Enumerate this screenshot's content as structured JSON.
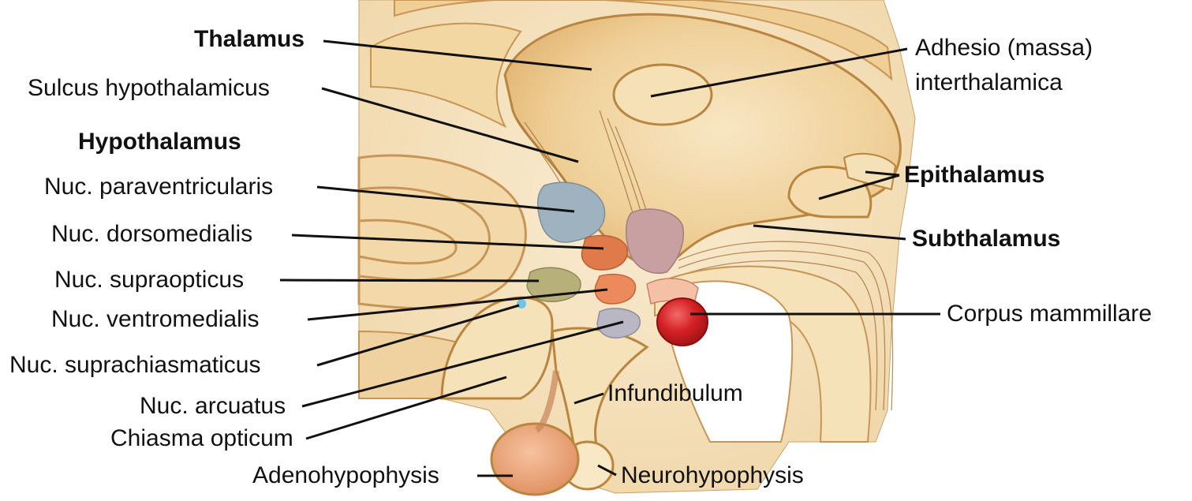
{
  "labels": {
    "thalamus": "Thalamus",
    "sulcus_hypothalamicus": "Sulcus hypothalamicus",
    "hypothalamus": "Hypothalamus",
    "nuc_paraventricularis": "Nuc. paraventricularis",
    "nuc_dorsomedialis": "Nuc. dorsomedialis",
    "nuc_supraopticus": "Nuc. supraopticus",
    "nuc_ventromedialis": "Nuc. ventromedialis",
    "nuc_suprachiasmaticus": "Nuc. suprachiasmaticus",
    "nuc_arcuatus": "Nuc. arcuatus",
    "chiasma_opticum": "Chiasma opticum",
    "adenohypophysis": "Adenohypophysis",
    "adhesio_line1": "Adhesio (massa)",
    "adhesio_line2": "interthalamica",
    "epithalamus": "Epithalamus",
    "subthalamus": "Subthalamus",
    "corpus_mammillare": "Corpus mammillare",
    "infundibulum": "Infundibulum",
    "neurohypophysis": "Neurohypophysis"
  },
  "colors": {
    "tissue_light": "#f6e4bf",
    "tissue_mid": "#ecc487",
    "tissue_dark": "#d9a35a",
    "nucleus_paraventricular": "#9fb2bf",
    "nucleus_dorsomedial": "#e07a4b",
    "nucleus_supraoptic": "#b8b07a",
    "nucleus_posterior": "#c9a0a2",
    "nucleus_arcuate": "#b9b7c4",
    "nucleus_suprachiasmatic": "#6fc3e6",
    "corpus_mammillare": "#cc1f22",
    "adenohypophysis": "#eba57b"
  }
}
